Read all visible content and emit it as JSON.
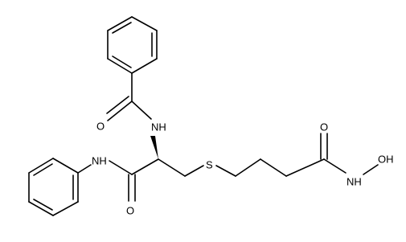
{
  "molecule": {
    "atoms": {
      "nh_amide": "NH",
      "o_benzoyl": "O",
      "nh_anilide": "NH",
      "o_anilide": "O",
      "s_thioether": "S",
      "o_hydroxamic": "O",
      "nh_hydroxamic": "NH",
      "oh_hydroxamic": "OH"
    },
    "colors": {
      "bond": "#000000",
      "label": "#000000",
      "background": "#ffffff"
    }
  }
}
